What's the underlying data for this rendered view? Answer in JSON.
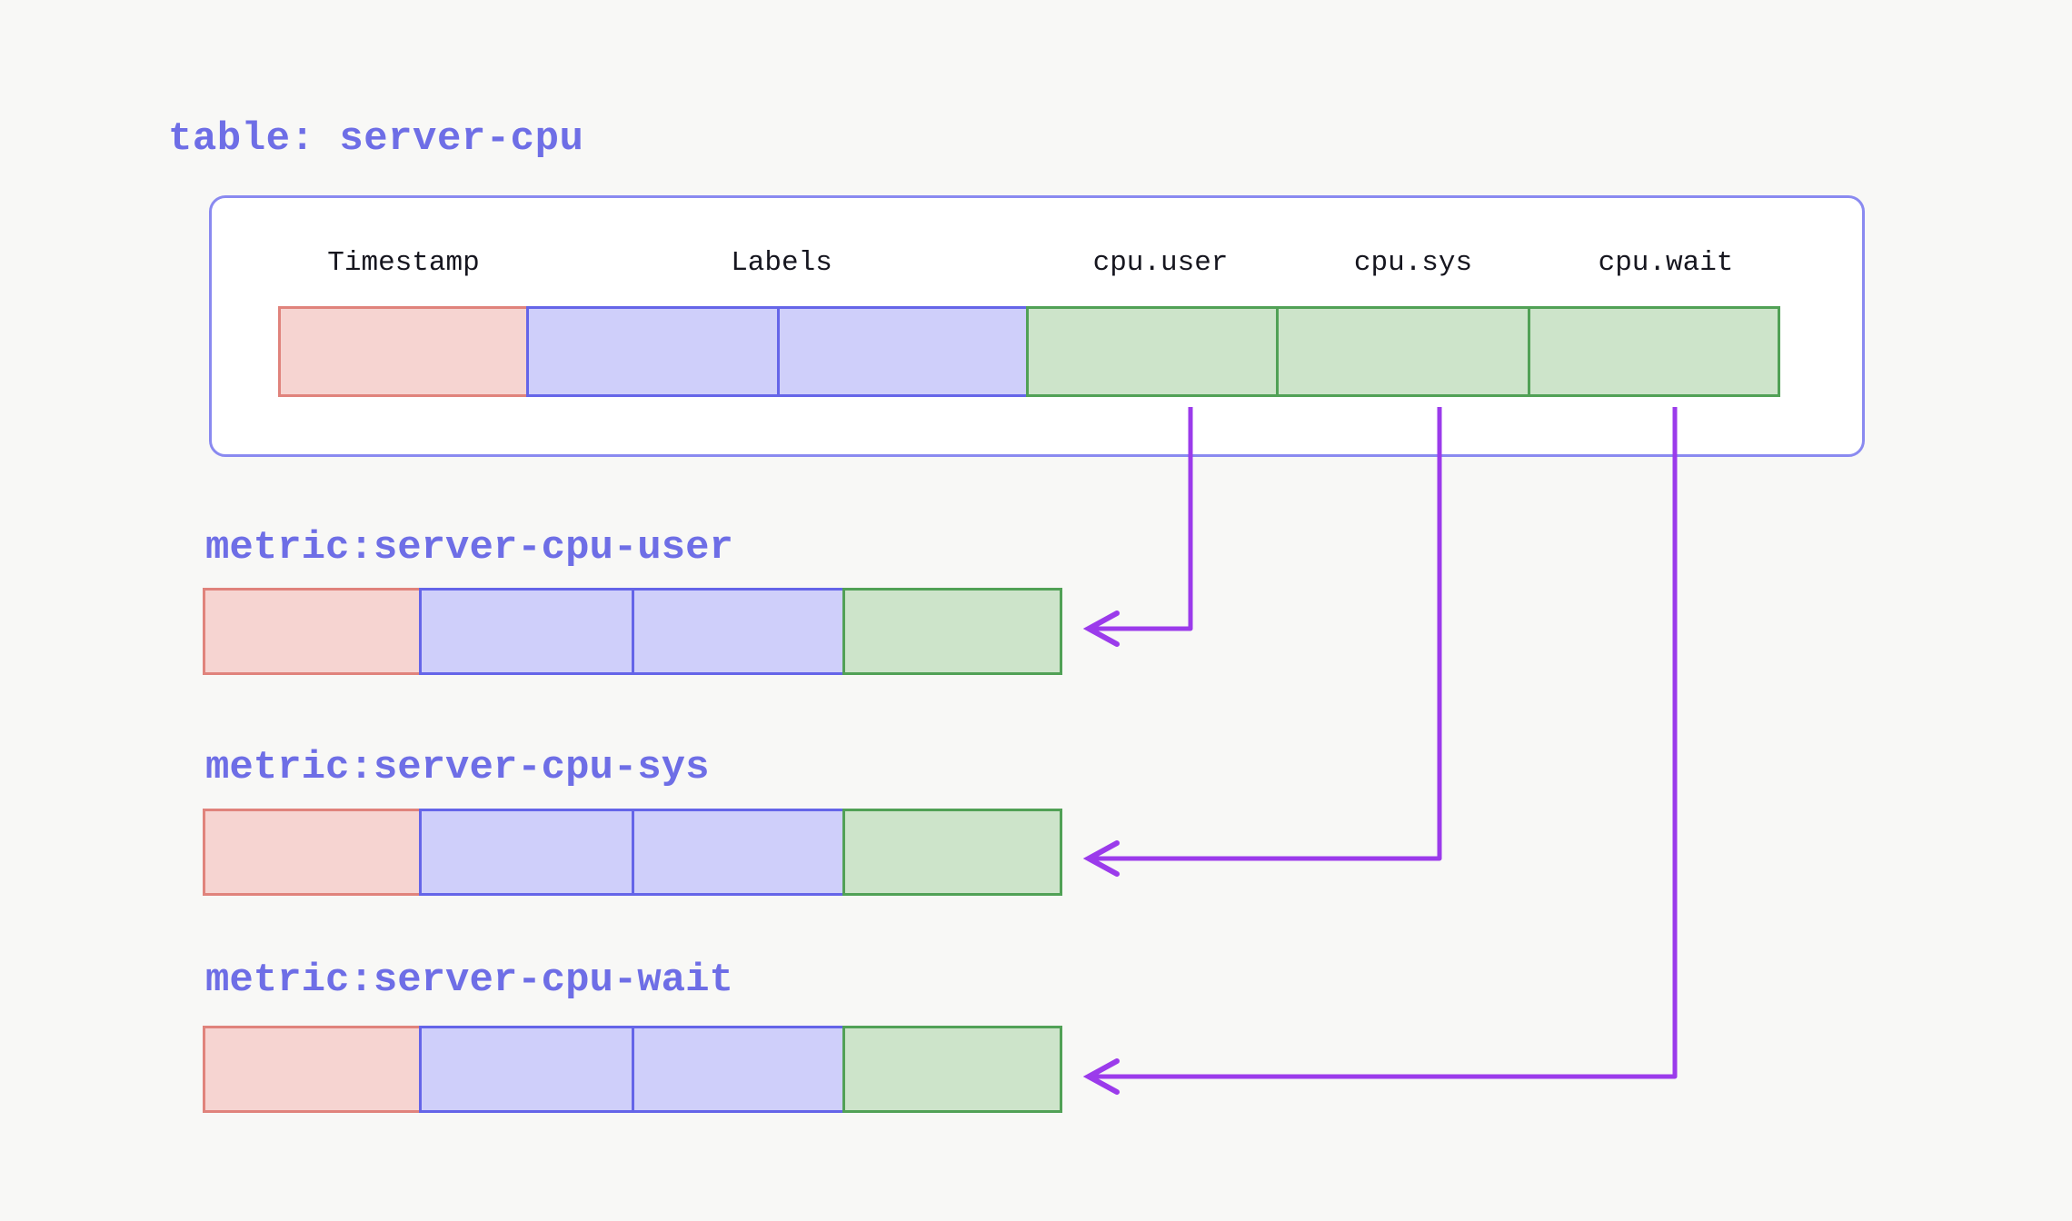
{
  "diagram": {
    "title": "table: server-cpu",
    "table": {
      "headers": [
        "Timestamp",
        "Labels",
        "cpu.user",
        "cpu.sys",
        "cpu.wait"
      ],
      "row_cells": [
        {
          "type": "timestamp"
        },
        {
          "type": "labels"
        },
        {
          "type": "labels"
        },
        {
          "type": "field"
        },
        {
          "type": "field"
        },
        {
          "type": "field"
        }
      ]
    },
    "metrics": [
      {
        "label": "metric:server-cpu-user"
      },
      {
        "label": "metric:server-cpu-sys"
      },
      {
        "label": "metric:server-cpu-wait"
      }
    ],
    "connections": [
      {
        "from": "cpu.user",
        "to": "metric:server-cpu-user"
      },
      {
        "from": "cpu.sys",
        "to": "metric:server-cpu-sys"
      },
      {
        "from": "cpu.wait",
        "to": "metric:server-cpu-wait"
      }
    ]
  },
  "colors": {
    "accent_text": "#6e6ee6",
    "container_border": "#8a8af0",
    "timestamp_fill": "#f6d4d1",
    "timestamp_border": "#e0837c",
    "labels_fill": "#cfcffa",
    "labels_border": "#6565e8",
    "field_fill": "#cde4ca",
    "field_border": "#51a156",
    "arrow": "#9b3beb",
    "header_text": "#16161f",
    "page_bg": "#f8f8f6"
  }
}
